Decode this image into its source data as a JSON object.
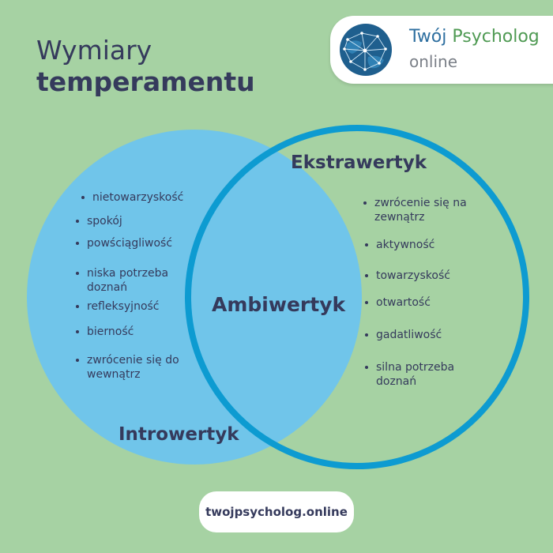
{
  "title": {
    "line1": "Wymiary",
    "line2": "temperamentu"
  },
  "logo": {
    "brand_part1": "Twój",
    "brand_part2": "Psycholog",
    "sub": "online",
    "icon": "globe-network-icon"
  },
  "labels": {
    "extrawertyk": "Ekstrawertyk",
    "ambiwertyk": "Ambiwertyk",
    "introwertyk": "Introwertyk"
  },
  "introwertyk_items": [
    "nietowarzyskość",
    "spokój",
    "powściągliwość",
    "niska potrzeba doznań",
    "refleksyjność",
    "bierność",
    "zwrócenie się do wewnątrz"
  ],
  "ekstrawertyk_items": [
    "zwrócenie się na zewnątrz",
    "aktywność",
    "towarzyskość",
    "otwartość",
    "gadatliwość",
    "silna potrzeba doznań"
  ],
  "footer": {
    "url": "twojpsycholog.online"
  },
  "colors": {
    "background": "#a6d2a3",
    "intro_circle": "#70c5ea",
    "extra_ring": "#0d9bd1",
    "text": "#353a5c",
    "brand_blue": "#2e6fa0",
    "brand_green": "#4f9a53"
  }
}
